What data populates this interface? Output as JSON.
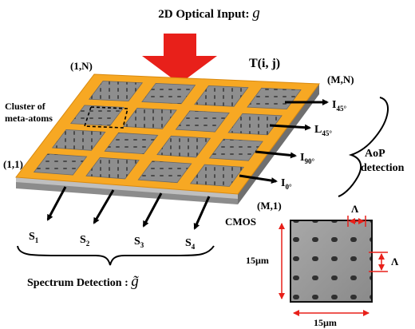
{
  "title": {
    "text": "2D Optical Input: ",
    "symbol": "g"
  },
  "corners": {
    "top_left": "(1,N)",
    "top_right": "(M,N)",
    "bottom_left": "(1,1)",
    "bottom_right": "(M,1)"
  },
  "transmission_label": "T(i, j)",
  "cluster_label": {
    "line1": "Cluster of",
    "line2": "meta-atoms"
  },
  "substrate_label": "CMOS",
  "outputs_right": [
    {
      "main": "I",
      "sub": "45°"
    },
    {
      "main": "L",
      "sub": "45°"
    },
    {
      "main": "I",
      "sub": "90°"
    },
    {
      "main": "I",
      "sub": "0°"
    }
  ],
  "aop_label": {
    "line1": "AoP",
    "line2": "detection"
  },
  "outputs_bottom": [
    {
      "main": "S",
      "sub": "1"
    },
    {
      "main": "S",
      "sub": "2"
    },
    {
      "main": "S",
      "sub": "3"
    },
    {
      "main": "S",
      "sub": "4"
    }
  ],
  "spectrum_label": {
    "text": "Spectrum Detection : ",
    "symbol": "g̃"
  },
  "inset": {
    "width_label": "15µm",
    "height_label": "15µm",
    "period_label": "Λ"
  },
  "colors": {
    "board": "#F7A823",
    "board_edge": "#D98A10",
    "substrate_top": "#BFBFBF",
    "substrate_side": "#8C8C8C",
    "arrow_input": "#E8201A",
    "dimension": "#E8201A",
    "tile": "#8E8E8E"
  }
}
